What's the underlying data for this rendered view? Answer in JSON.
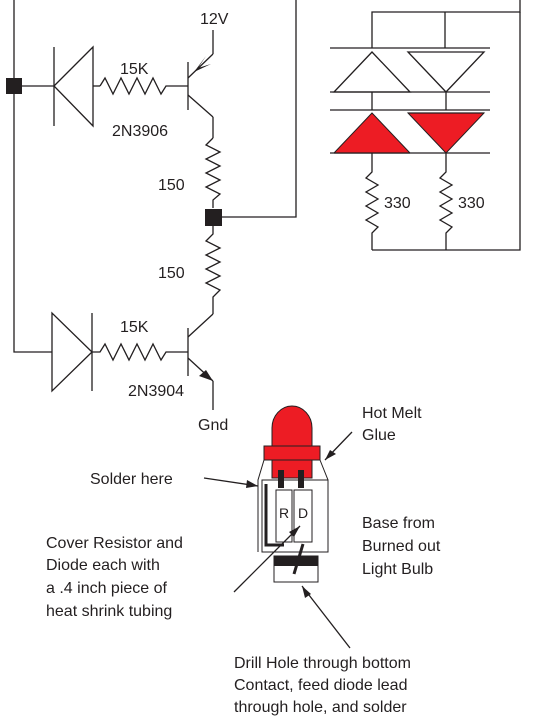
{
  "colors": {
    "line": "#231f20",
    "led_red": "#ed1c24",
    "background": "#ffffff"
  },
  "labels": {
    "v12": "12V",
    "gnd": "Gnd",
    "r_top_base": "15K",
    "r_bottom_base": "15K",
    "q_pnp": "2N3906",
    "q_npn": "2N3904",
    "r_mid_upper": "150",
    "r_mid_lower": "150",
    "r_led_left": "330",
    "r_led_right": "330"
  },
  "bulb": {
    "resistor_letter": "R",
    "diode_letter": "D"
  },
  "notes": {
    "hot_melt": [
      "Hot Melt",
      "Glue"
    ],
    "solder_here": "Solder here",
    "cover": [
      "Cover Resistor and",
      "Diode each with",
      "a .4 inch piece of",
      "heat shrink tubing"
    ],
    "base": [
      "Base from",
      "Burned out",
      "Light Bulb"
    ],
    "drill": [
      "Drill Hole through bottom",
      "Contact, feed diode lead",
      "through hole, and solder"
    ]
  }
}
